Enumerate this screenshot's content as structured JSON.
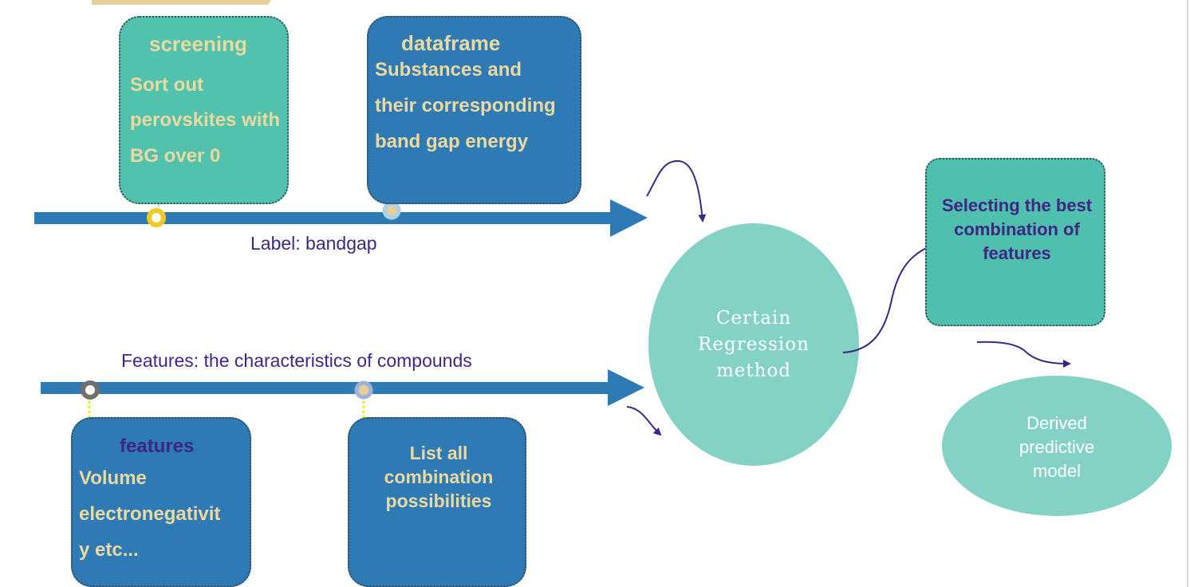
{
  "screening": {
    "title": "screening",
    "lines": [
      "Sort out",
      "perovskites with",
      "BG over 0"
    ]
  },
  "dataframe": {
    "title": "dataframe",
    "lines": [
      "Substances and",
      "their corresponding",
      "band gap energy"
    ]
  },
  "label_timeline": {
    "text": "Label: bandgap"
  },
  "features_timeline": {
    "text": "Features: the characteristics of compounds"
  },
  "features_box": {
    "title": "features",
    "lines": [
      "Volume",
      "electronegativit",
      "y etc..."
    ]
  },
  "combinations_box": {
    "lines": [
      "List all",
      "combination",
      "possibilities"
    ]
  },
  "regression": {
    "lines": [
      "Certain",
      "Regression",
      "method"
    ]
  },
  "selection": {
    "lines": [
      "Selecting the best",
      "combination of",
      "features"
    ]
  },
  "model": {
    "lines": [
      "Derived",
      "predictive",
      "model"
    ]
  },
  "colors": {
    "arrow_blue": "#2e7ab5",
    "teal": "#51c2ae",
    "ellipse_teal": "#84d1c5",
    "cream_text": "#ecd9a0",
    "purple_text": "#3f2686",
    "connector_yellow": "#f2f000"
  }
}
